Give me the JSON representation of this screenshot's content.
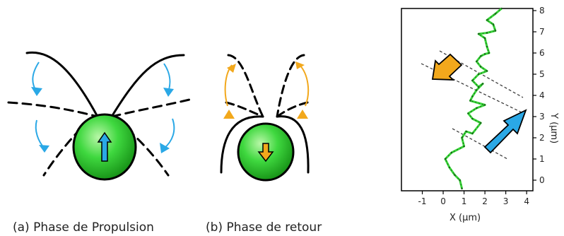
{
  "colors": {
    "cell_fill": "#22c222",
    "flagella": "#000000",
    "propulsion_arrow": "#2aa8e6",
    "return_arrow": "#f2a81c",
    "trajectory": "#39d739"
  },
  "panels": {
    "a": {
      "caption": "(a) Phase de Propulsion",
      "cell_arrow_icon": "up-arrow-icon"
    },
    "b": {
      "caption": "(b) Phase de retour",
      "cell_arrow_icon": "down-arrow-icon"
    }
  },
  "chart_data": {
    "type": "line",
    "title": "",
    "xlabel": "X (µm)",
    "ylabel": "Y (µm)",
    "xlim": [
      -2,
      4.3
    ],
    "ylim": [
      -0.5,
      8.1
    ],
    "xticks": [
      "-1",
      "0",
      "1",
      "2",
      "3",
      "4"
    ],
    "yticks": [
      "0",
      "1",
      "2",
      "3",
      "4",
      "5",
      "6",
      "7",
      "8"
    ],
    "grid": false,
    "series": [
      {
        "x": [
          0.9,
          0.8,
          0.55,
          0.3,
          0.1,
          0.4,
          1.0,
          0.9,
          1.1,
          1.4,
          1.8,
          1.4,
          1.2,
          1.6,
          2.0,
          1.3,
          1.4,
          1.6,
          1.9,
          1.7,
          1.4,
          1.7,
          2.1,
          1.8,
          1.6,
          1.8,
          2.0,
          2.2,
          2.1,
          2.0,
          1.7,
          2.1,
          2.5,
          2.4,
          2.1,
          2.5,
          2.8
        ],
        "y": [
          -0.4,
          0.0,
          0.25,
          0.6,
          1.0,
          1.3,
          1.6,
          2.0,
          2.3,
          2.2,
          2.7,
          2.9,
          3.15,
          3.4,
          3.55,
          3.75,
          3.95,
          4.25,
          4.55,
          4.4,
          4.7,
          5.0,
          5.15,
          5.35,
          5.6,
          5.85,
          5.95,
          6.0,
          6.3,
          6.7,
          6.9,
          6.95,
          7.05,
          7.35,
          7.55,
          7.85,
          8.1
        ]
      }
    ]
  }
}
